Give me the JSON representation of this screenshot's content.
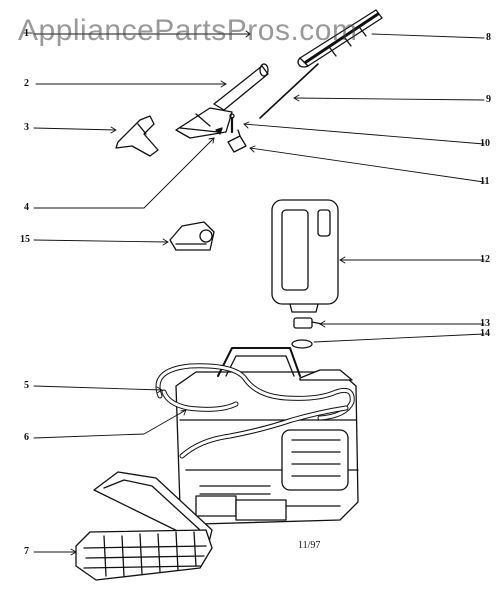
{
  "watermark": {
    "text": "AppliancePartsPros.com"
  },
  "date_code": "11/97",
  "callouts": [
    "1",
    "2",
    "3",
    "4",
    "5",
    "6",
    "7",
    "8",
    "9",
    "10",
    "11",
    "12",
    "13",
    "14",
    "15"
  ],
  "colors": {
    "ink": "#111111",
    "paper": "#ffffff",
    "watermark": "#464646"
  },
  "parts": [
    {
      "callout": "1",
      "icon": "leader-line"
    },
    {
      "callout": "2",
      "icon": "upholstery-tool"
    },
    {
      "callout": "3",
      "icon": "crevice-nozzle"
    },
    {
      "callout": "4",
      "icon": "pin"
    },
    {
      "callout": "5",
      "icon": "hose"
    },
    {
      "callout": "6",
      "icon": "hose-lower"
    },
    {
      "callout": "7",
      "icon": "accessory-tray"
    },
    {
      "callout": "8",
      "icon": "extension-wand"
    },
    {
      "callout": "9",
      "icon": "tube"
    },
    {
      "callout": "10",
      "icon": "spring"
    },
    {
      "callout": "11",
      "icon": "valve"
    },
    {
      "callout": "12",
      "icon": "solution-tank"
    },
    {
      "callout": "13",
      "icon": "cap"
    },
    {
      "callout": "14",
      "icon": "o-ring"
    },
    {
      "callout": "15",
      "icon": "nozzle-attachment"
    }
  ]
}
